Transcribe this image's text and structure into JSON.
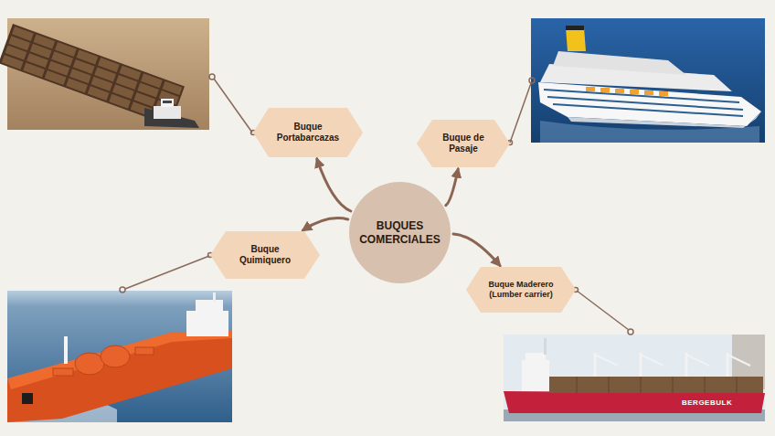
{
  "diagram": {
    "nodes": [
      {
        "text": [
          "BUQUES COMERCIALES"
        ]
      },
      {
        "text": [
          "Buque Portabarcazas"
        ]
      },
      {
        "text": [
          "Buque de Pasaje"
        ]
      },
      {
        "text": [
          "Buque Quimiquero"
        ]
      },
      {
        "text": [
          "Buque Maderero (Lumber carrier)"
        ]
      }
    ],
    "edges": [
      {
        "from": 0,
        "to": 1,
        "arrow": "to"
      },
      {
        "from": 0,
        "to": 2,
        "arrow": "to"
      },
      {
        "from": 0,
        "to": 3,
        "arrow": "to"
      },
      {
        "from": 0,
        "to": 4,
        "arrow": "to"
      }
    ],
    "labels": [
      "BERGEBULK"
    ]
  }
}
